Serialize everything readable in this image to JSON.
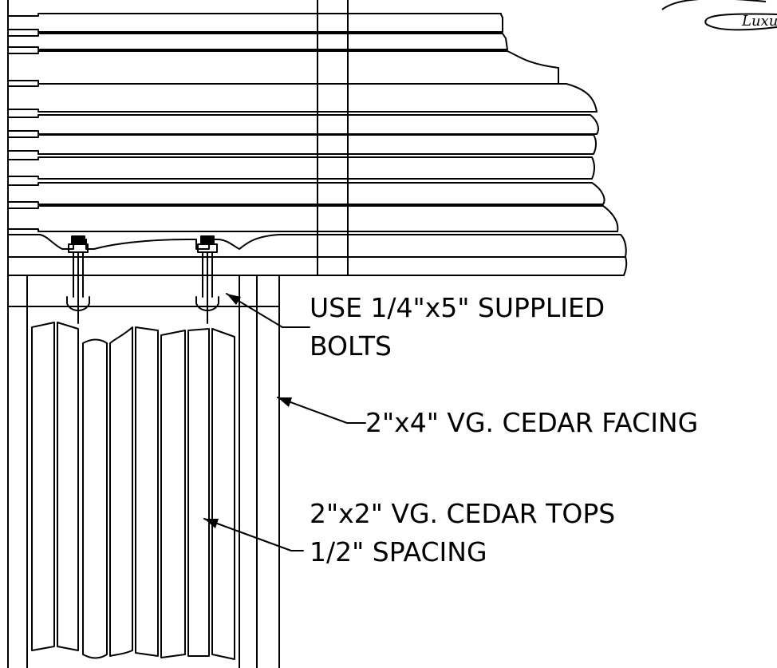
{
  "title": "",
  "logo": {
    "partial_text": "Luxu"
  },
  "labels": {
    "bolts_line1": "USE 1/4\"x5\" SUPPLIED",
    "bolts_line2": "BOLTS",
    "facing": "2\"x4\" VG. CEDAR FACING",
    "tops_line1": "2\"x2\" VG. CEDAR TOPS",
    "tops_line2": "1/2\" SPACING"
  },
  "colors": {
    "ink": "#000000",
    "paper": "#ffffff"
  }
}
